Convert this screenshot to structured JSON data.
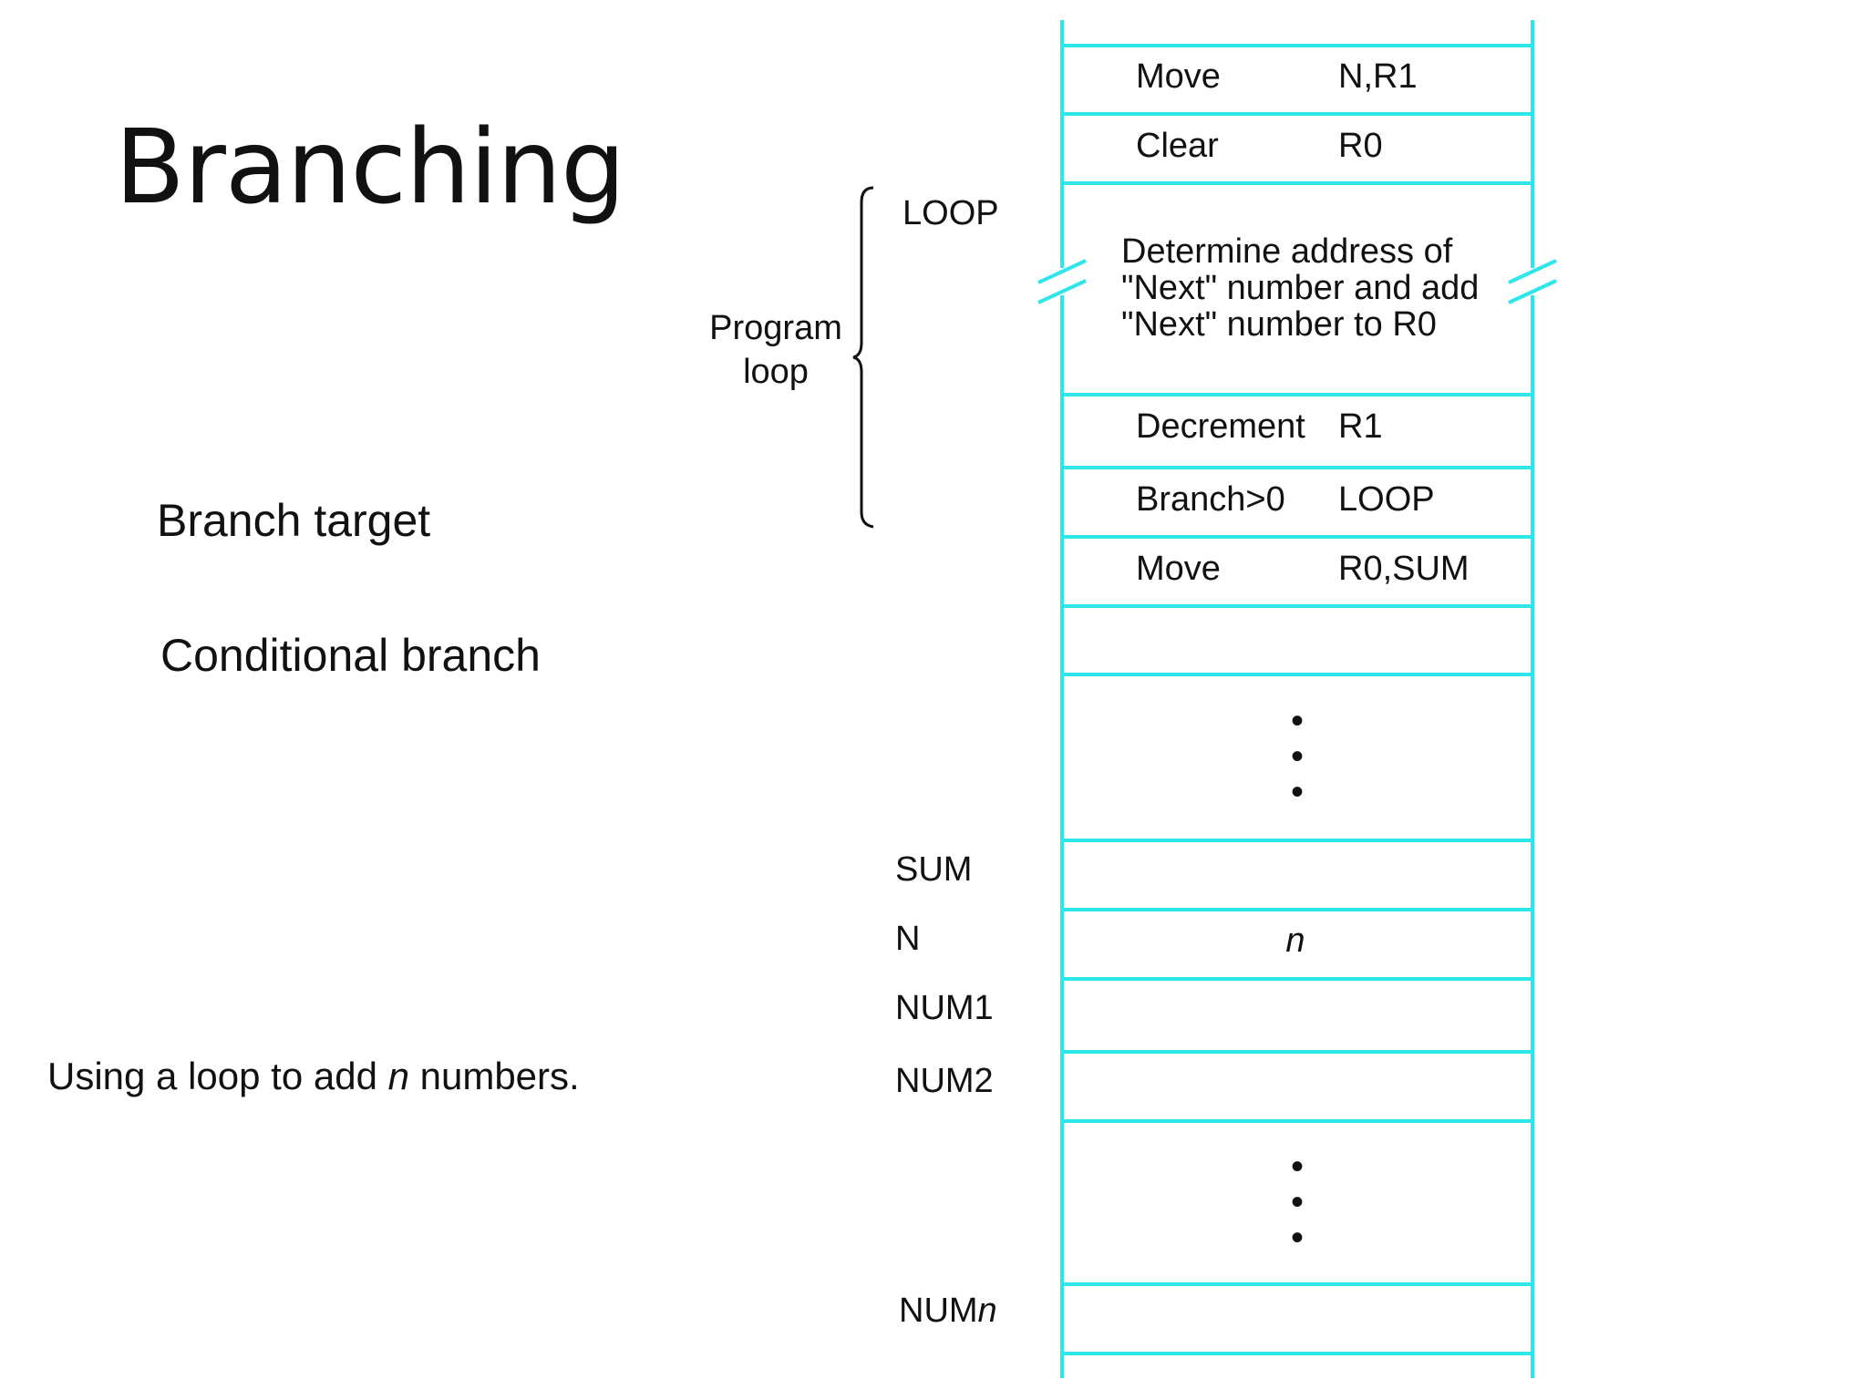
{
  "slide": {
    "title": "Branching",
    "bullets": [
      "Branch target",
      "Conditional branch"
    ],
    "caption_prefix": "Using a loop to add ",
    "caption_var": "n",
    "caption_suffix": " numbers."
  },
  "diagram": {
    "line_color": "#2ee6ea",
    "instructions": [
      {
        "op": "Move",
        "operand": "N,R1"
      },
      {
        "op": "Clear",
        "operand": "R0"
      },
      {
        "lines": [
          "Determine address of",
          "\"Next\" number and add",
          "\"Next\" number to R0"
        ]
      },
      {
        "op": "Decrement",
        "operand": "R1"
      },
      {
        "op": "Branch>0",
        "operand": "LOOP"
      },
      {
        "op": "Move",
        "operand": "R0,SUM"
      }
    ],
    "loop_label": "LOOP",
    "bracket_label": [
      "Program",
      "loop"
    ],
    "ellipsis": "•",
    "memory": {
      "sum_label": "SUM",
      "n_label": "N",
      "n_value": "n",
      "num1_label": "NUM1",
      "num2_label": "NUM2",
      "numn_prefix": "NUM",
      "numn_suffix": "n"
    }
  }
}
